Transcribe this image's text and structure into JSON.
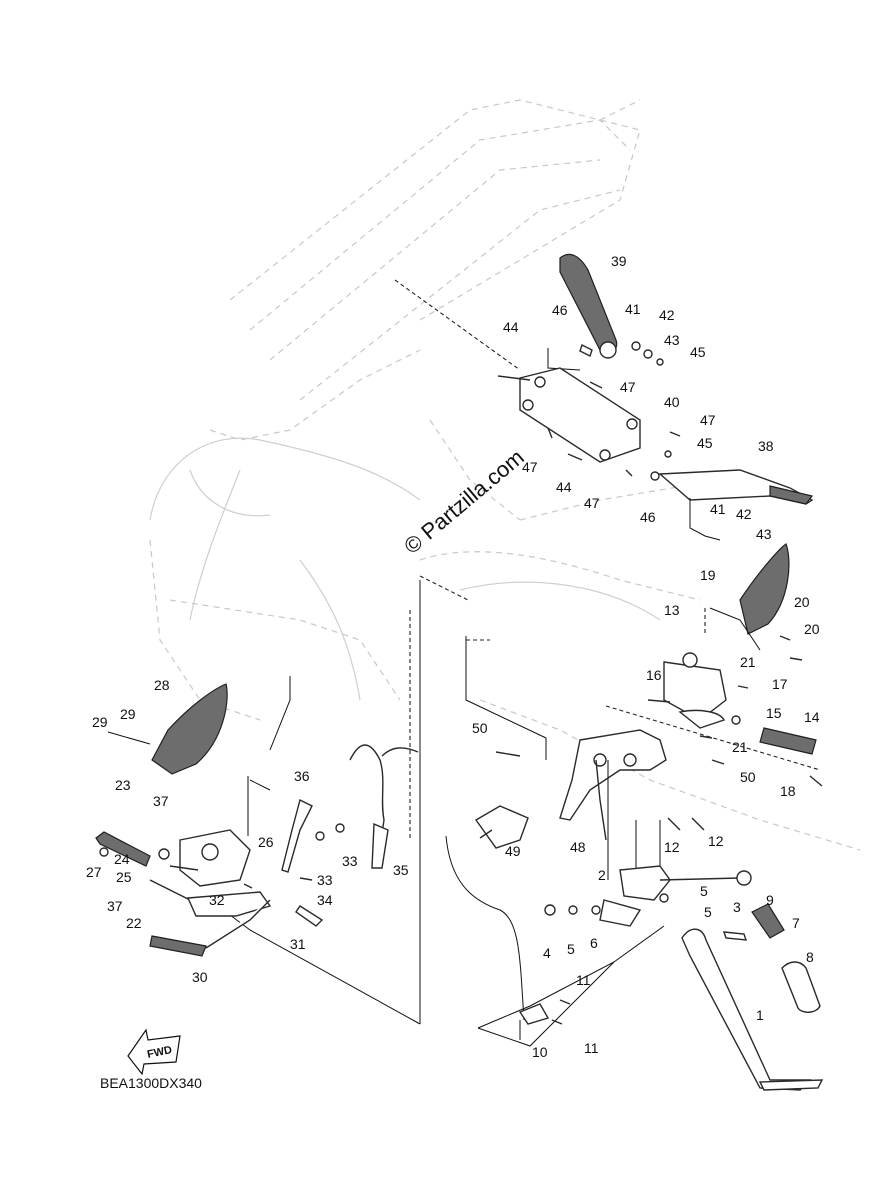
{
  "watermark": "© Partzilla.com",
  "diagram_code": "BEA1300DX340",
  "fwd_label": "FWD",
  "callouts": {
    "c39": "39",
    "c46a": "46",
    "c41a": "41",
    "c42a": "42",
    "c43a": "43",
    "c45a": "45",
    "c44a": "44",
    "c47a": "47",
    "c40": "40",
    "c47b": "47",
    "c45b": "45",
    "c38": "38",
    "c47c": "47",
    "c44b": "44",
    "c47d": "47",
    "c46b": "46",
    "c41b": "41",
    "c42b": "42",
    "c43b": "43",
    "c19": "19",
    "c20a": "20",
    "c20b": "20",
    "c13": "13",
    "c21a": "21",
    "c16": "16",
    "c17": "17",
    "c15": "15",
    "c14": "14",
    "c21b": "21",
    "c50a": "50",
    "c18": "18",
    "c28": "28",
    "c29a": "29",
    "c29b": "29",
    "c50b": "50",
    "c48": "48",
    "c12a": "12",
    "c12b": "12",
    "c49": "49",
    "c23": "23",
    "c36": "36",
    "c37a": "37",
    "c26": "26",
    "c24": "24",
    "c27": "27",
    "c25": "25",
    "c33a": "33",
    "c33b": "33",
    "c35": "35",
    "c34": "34",
    "c32": "32",
    "c37b": "37",
    "c22": "22",
    "c31": "31",
    "c30": "30",
    "c2": "2",
    "c5a": "5",
    "c9": "9",
    "c5b": "5",
    "c3": "3",
    "c7": "7",
    "c4": "4",
    "c5c": "5",
    "c6": "6",
    "c8": "8",
    "c1": "1",
    "c11a": "11",
    "c11b": "11",
    "c10": "10"
  }
}
